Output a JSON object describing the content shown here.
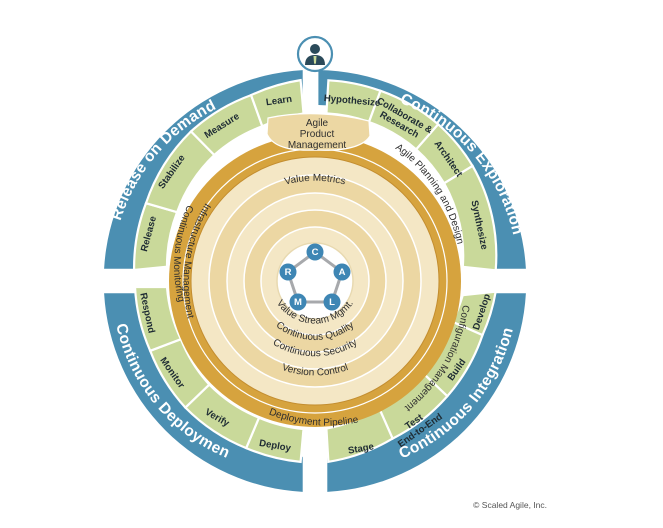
{
  "quadrants": [
    {
      "name": "Continuous Exploration",
      "activities": [
        "Hypothesize",
        "Collaborate & Research",
        "Architect",
        "Synthesize"
      ]
    },
    {
      "name": "Continuous Integration",
      "activities": [
        "Develop",
        "Build",
        "Test End-to-End",
        "Stage"
      ]
    },
    {
      "name": "Continuous Deployment",
      "activities": [
        "Deploy",
        "Verify",
        "Monitor",
        "Respond"
      ]
    },
    {
      "name": "Release on Demand",
      "activities": [
        "Release",
        "Stabilize",
        "Measure",
        "Learn"
      ]
    }
  ],
  "rings": {
    "outer_band": [
      "Agile Product Management",
      "Agile Planning and Design",
      "Configuration Management",
      "Deployment Pipeline",
      "Infrastructure Management",
      "Continuous Monitoring"
    ],
    "inner": [
      "Value Metrics",
      "Version Control",
      "Continuous Security",
      "Continuous Quality",
      "Value Stream Mgmt."
    ]
  },
  "crml": [
    "C",
    "A",
    "L",
    "M",
    "R"
  ],
  "icons": {
    "top": "person-icon"
  },
  "copyright": "© Scaled Agile, Inc.",
  "colors": {
    "blue": "#4b8fb2",
    "green": "#c9d99a",
    "gold": "#d6a33e",
    "tan": "#ecd7a3",
    "light_tan": "#f4e7c5",
    "crml_blue": "#3e86b4",
    "hub": "#a7a9ac"
  }
}
